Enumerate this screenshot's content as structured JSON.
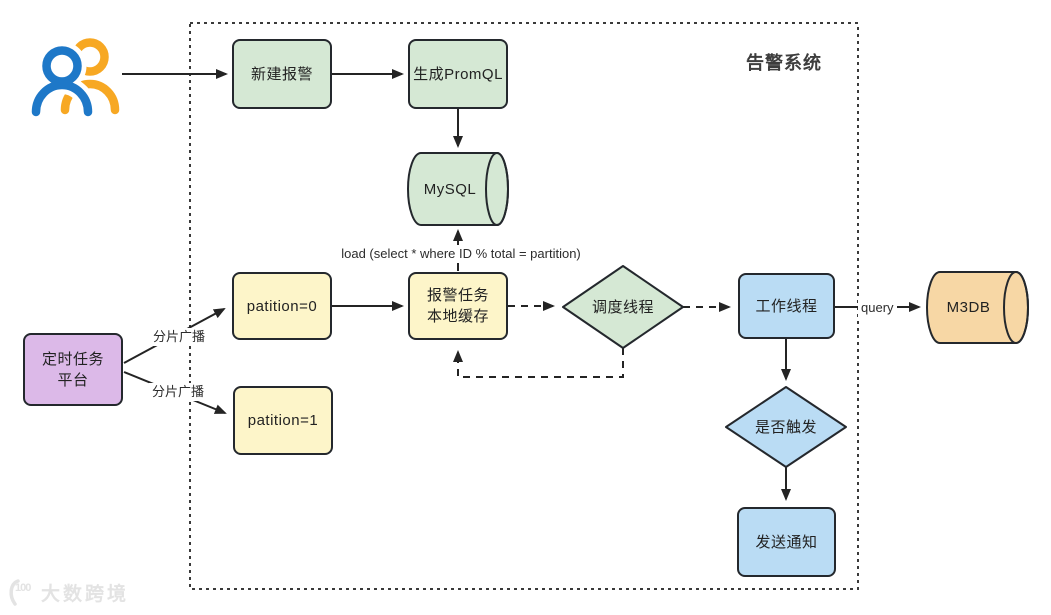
{
  "palette": {
    "green_fill": "#d5e8d4",
    "yellow_fill": "#fdf5c9",
    "blue_fill": "#badcf4",
    "purple_fill": "#dcb9e8",
    "orange_fill": "#f7d7a5",
    "shape_border": "#24282d",
    "edge_color": "#242424",
    "user_icon_blue": "#1e78c8",
    "user_icon_orange": "#f7a823"
  },
  "diagram": {
    "boundary_title": "告警系统",
    "nodes": {
      "create_alert": {
        "label": "新建报警"
      },
      "gen_promql": {
        "label": "生成PromQL"
      },
      "mysql": {
        "label": "MySQL"
      },
      "partition0": {
        "label": "patition=0"
      },
      "partition1": {
        "label": "patition=1"
      },
      "alert_cache": {
        "label": "报警任务\n本地缓存"
      },
      "scheduler_thread": {
        "label": "调度线程"
      },
      "worker_thread": {
        "label": "工作线程"
      },
      "m3db": {
        "label": "M3DB"
      },
      "trigger_check": {
        "label": "是否触发"
      },
      "send_notification": {
        "label": "发送通知"
      },
      "task_platform": {
        "label": "定时任务\n平台"
      }
    },
    "edge_labels": {
      "load": "load (select * where ID % total = partition)",
      "query": "query",
      "shard_broadcast_1": "分片广播",
      "shard_broadcast_2": "分片广播"
    }
  },
  "watermark": {
    "logo_text": "100",
    "text": "大数跨境"
  }
}
